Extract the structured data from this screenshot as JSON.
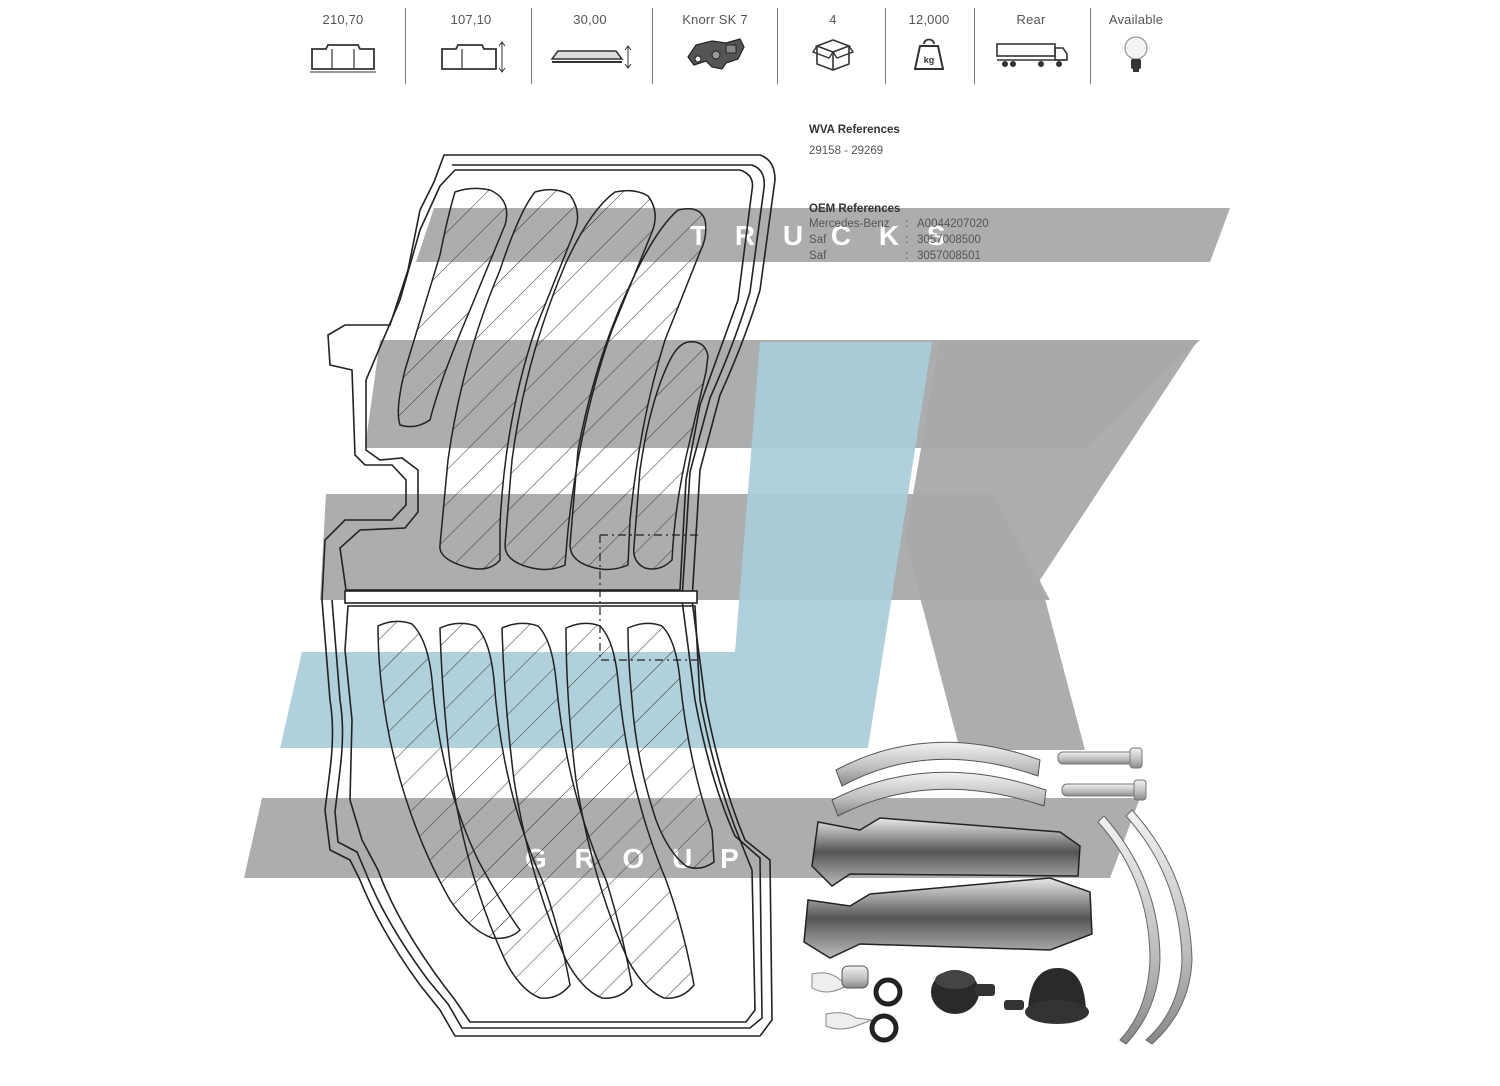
{
  "specs": [
    {
      "value": "210,70",
      "icon": "pad-width-icon"
    },
    {
      "value": "107,10",
      "icon": "pad-height-icon"
    },
    {
      "value": "30,00",
      "icon": "pad-thickness-icon"
    },
    {
      "value": "Knorr SK 7",
      "icon": "caliper-icon"
    },
    {
      "value": "4",
      "icon": "package-box-icon"
    },
    {
      "value": "12,000",
      "icon": "weight-kg-icon"
    },
    {
      "value": "Rear",
      "icon": "truck-axle-icon"
    },
    {
      "value": "Available",
      "icon": "wear-indicator-bulb-icon"
    }
  ],
  "weight_unit": "kg",
  "watermark": {
    "top_word": "T R U C K S",
    "bottom_word": "G R O U P",
    "colors": {
      "gray": "#a7a9ab",
      "blue": "#a9cdd9"
    }
  },
  "wva": {
    "title": "WVA References",
    "value": "29158 - 29269"
  },
  "oem": {
    "title": "OEM References",
    "rows": [
      {
        "maker": "Mercedes-Benz",
        "sep": ":",
        "number": "A0044207020"
      },
      {
        "maker": "Saf",
        "sep": ":",
        "number": "3057008500"
      },
      {
        "maker": "Saf",
        "sep": ":",
        "number": "3057008501"
      }
    ]
  }
}
